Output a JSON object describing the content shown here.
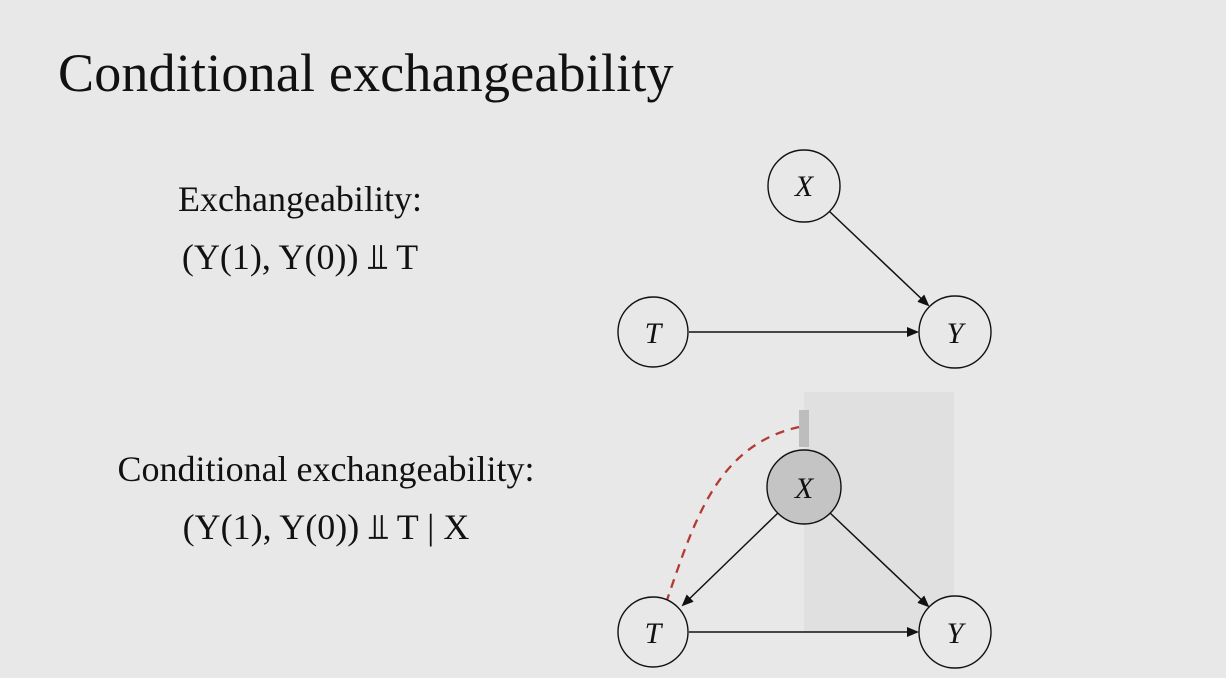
{
  "slide": {
    "title": "Conditional exchangeability"
  },
  "exchangeability": {
    "heading": "Exchangeability:",
    "formula": "(Y(1), Y(0)) ⫫ T"
  },
  "conditional_exchangeability": {
    "heading": "Conditional exchangeability:",
    "formula": "(Y(1), Y(0)) ⫫ T | X"
  },
  "diagram_top": {
    "nodes": {
      "x": "X",
      "t": "T",
      "y": "Y"
    },
    "edges": [
      {
        "from": "X",
        "to": "Y"
      },
      {
        "from": "T",
        "to": "Y"
      }
    ]
  },
  "diagram_bottom": {
    "nodes": {
      "x": "X",
      "t": "T",
      "y": "Y"
    },
    "conditioned_node": "X",
    "edges": [
      {
        "from": "X",
        "to": "T"
      },
      {
        "from": "X",
        "to": "Y"
      },
      {
        "from": "T",
        "to": "Y"
      }
    ],
    "colors": {
      "conditioned_fill": "#c4c4c4",
      "dashed_path": "#b23b32"
    }
  }
}
